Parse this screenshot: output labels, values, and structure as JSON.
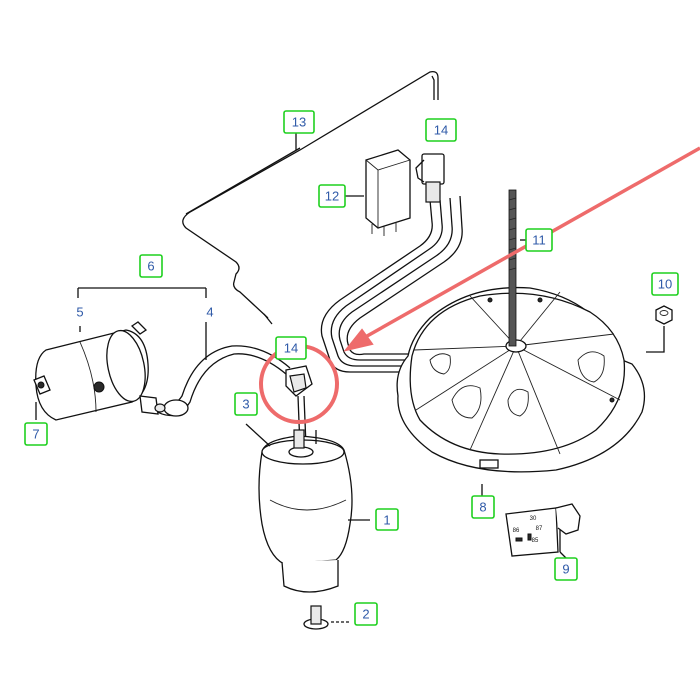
{
  "labels": [
    {
      "id": "1",
      "text": "1",
      "boxed": true
    },
    {
      "id": "2",
      "text": "2",
      "boxed": true
    },
    {
      "id": "3",
      "text": "3",
      "boxed": true
    },
    {
      "id": "4",
      "text": "4",
      "boxed": false
    },
    {
      "id": "5",
      "text": "5",
      "boxed": false
    },
    {
      "id": "6",
      "text": "6",
      "boxed": true
    },
    {
      "id": "7",
      "text": "7",
      "boxed": true
    },
    {
      "id": "8",
      "text": "8",
      "boxed": true
    },
    {
      "id": "9",
      "text": "9",
      "boxed": true
    },
    {
      "id": "10",
      "text": "10",
      "boxed": true
    },
    {
      "id": "11",
      "text": "11",
      "boxed": true
    },
    {
      "id": "12",
      "text": "12",
      "boxed": true
    },
    {
      "id": "13",
      "text": "13",
      "boxed": true
    },
    {
      "id": "14a",
      "text": "14",
      "boxed": true
    },
    {
      "id": "14b",
      "text": "14",
      "boxed": true
    }
  ],
  "relay_terminals": {
    "t30": "30",
    "t86": "86",
    "t87": "87",
    "t85": "85"
  },
  "colors": {
    "label_border": "#1fd01f",
    "label_text": "#2f5aa8",
    "highlight": "#ee6b6b"
  }
}
